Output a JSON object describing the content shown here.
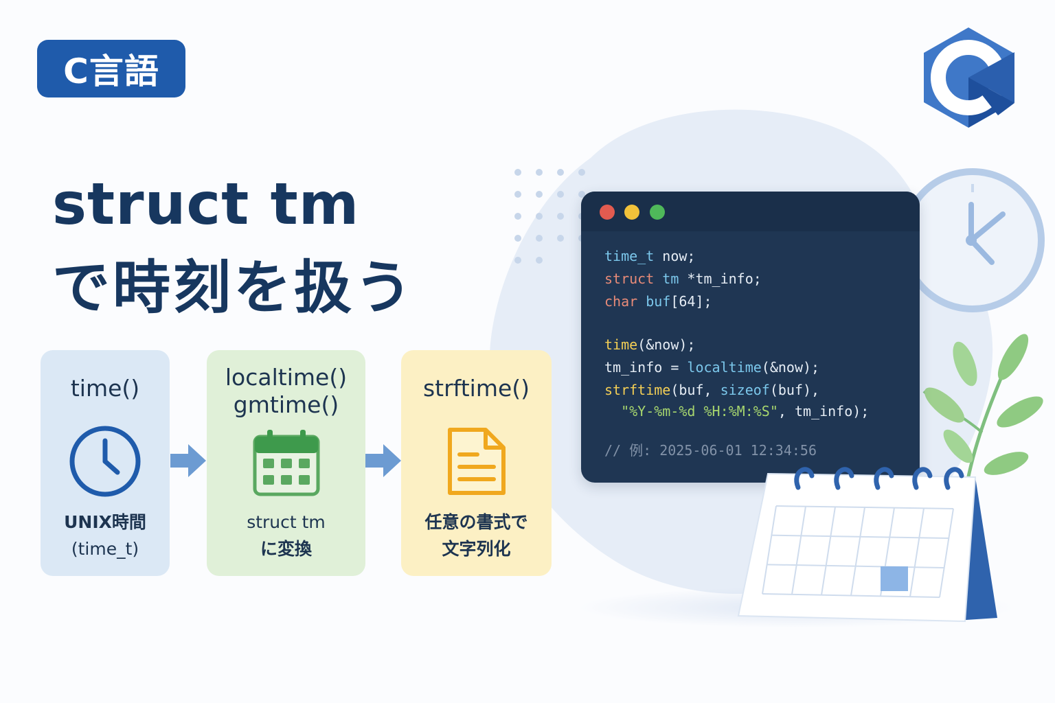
{
  "badge": {
    "label": "C言語"
  },
  "title": {
    "line1": "struct tm",
    "line2": "で時刻を扱う"
  },
  "flow": [
    {
      "functions": [
        "time()"
      ],
      "description": [
        "UNIX時間",
        "(time_t)"
      ],
      "icon": "clock-icon",
      "color": "#dbe8f5"
    },
    {
      "functions": [
        "localtime()",
        "gmtime()"
      ],
      "description": [
        "struct tm",
        "に変換"
      ],
      "icon": "calendar-icon",
      "color": "#e0f0d8"
    },
    {
      "functions": [
        "strftime()"
      ],
      "description": [
        "任意の書式で",
        "文字列化"
      ],
      "icon": "document-icon",
      "color": "#fcf0c4"
    }
  ],
  "code": {
    "lines": [
      [
        {
          "t": "time_t",
          "c": "ty"
        },
        {
          "t": " now;",
          "c": ""
        }
      ],
      [
        {
          "t": "struct",
          "c": "kw"
        },
        {
          "t": " tm",
          "c": "ty"
        },
        {
          "t": " *tm_info;",
          "c": ""
        }
      ],
      [
        {
          "t": "char",
          "c": "kw"
        },
        {
          "t": " buf",
          "c": "ty"
        },
        {
          "t": "[64];",
          "c": ""
        }
      ],
      [],
      [
        {
          "t": "time",
          "c": "fn"
        },
        {
          "t": "(&now);",
          "c": ""
        }
      ],
      [
        {
          "t": "tm_info = ",
          "c": ""
        },
        {
          "t": "localtime",
          "c": "fn2"
        },
        {
          "t": "(&now);",
          "c": ""
        }
      ],
      [
        {
          "t": "strftime",
          "c": "fn"
        },
        {
          "t": "(buf, ",
          "c": ""
        },
        {
          "t": "sizeof",
          "c": "fn2"
        },
        {
          "t": "(buf),",
          "c": ""
        }
      ],
      [
        {
          "t": "  \"%Y-%m-%d %H:%M:%S\"",
          "c": "str"
        },
        {
          "t": ", tm_info);",
          "c": ""
        }
      ],
      [
        {
          "t": "// 例: 2025-06-01 12:34:56",
          "c": "cm"
        }
      ]
    ]
  },
  "colors": {
    "primary": "#1f5bab",
    "text": "#17375f",
    "code_bg": "#1f3653",
    "accent_blue": "#2a63b3"
  },
  "icons": [
    "c-language-logo-icon",
    "wall-clock-icon",
    "plant-icon",
    "desk-calendar-icon",
    "arrow-right-icon"
  ]
}
